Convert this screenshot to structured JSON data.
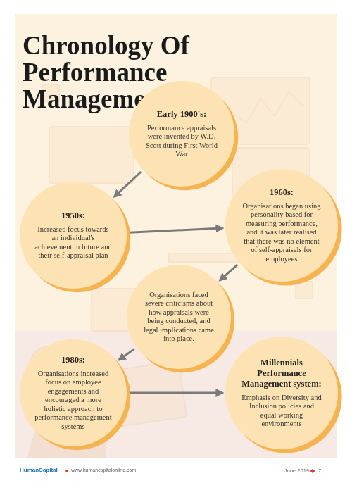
{
  "diagram": {
    "title": "Chronology Of Performance Management",
    "nodes": [
      {
        "text": [
          "Early 1900's:",
          "Performance appraisals were invented by W.D. Scott during First World War"
        ]
      },
      {
        "text": [
          "1950s:",
          "Increased focus towards an individual's achievement in future and their self-appraisal plan"
        ]
      },
      {
        "text": [
          "1960s:",
          "Organisations began using personality based for measuring performance, and it was later realised that there was no element of self-appraisals for employees"
        ]
      },
      {
        "text": [
          "Organisations faced severe criticisms about how appraisals were being conducted, and legal implications came into place."
        ]
      },
      {
        "text": [
          "1980s:",
          "Organisations increased focus on employee engagements and encouraged a more holistic approach to performance management systems"
        ]
      },
      {
        "text": [
          "Millennials Performance Management system:",
          "Emphasis on Diversity and Inclusion policies and equal working environments"
        ]
      }
    ],
    "edges": [
      {
        "from": 0,
        "to": 1,
        "arrow": "to"
      },
      {
        "from": 1,
        "to": 2,
        "arrow": "to"
      },
      {
        "from": 2,
        "to": 3,
        "arrow": "to"
      },
      {
        "from": 3,
        "to": 4,
        "arrow": "to"
      },
      {
        "from": 4,
        "to": 5,
        "arrow": "to"
      }
    ],
    "labels": [
      "HumanCapital",
      "www.humancapitalonline.com",
      "June 2019",
      "7"
    ]
  }
}
